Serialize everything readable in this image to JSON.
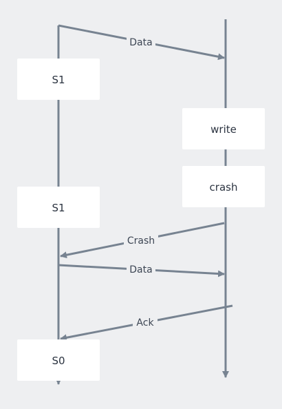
{
  "colors": {
    "background": "#eeeff1",
    "line": "#778391",
    "box": "#ffffff",
    "text": "#2b3340"
  },
  "states": {
    "s1_first": "S1",
    "write": "write",
    "crash": "crash",
    "s1_second": "S1",
    "s0": "S0"
  },
  "messages": {
    "data_1": "Data",
    "crash": "Crash",
    "data_2": "Data",
    "ack": "Ack"
  }
}
